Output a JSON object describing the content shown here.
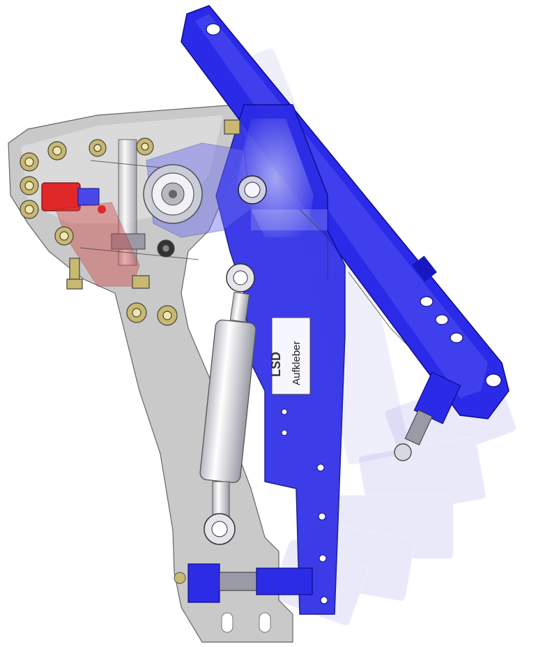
{
  "drawing": {
    "sticker_label": "Aufkleber",
    "logo_text": "LSD",
    "colors": {
      "background": "#ffffff",
      "plate_gray": "#bdbdbd",
      "plate_gray_light": "#d8d8d8",
      "arm_blue": "#2626e6",
      "arm_blue_dark": "#1414b0",
      "ghost_blue": "#9a9ae6",
      "cylinder_red": "#e02828",
      "steel": "#e8e8ee",
      "brass": "#c8b870"
    },
    "parts": [
      "base-plate",
      "pivot-arm",
      "blue-bracket",
      "gas-spring",
      "red-cylinder",
      "motion-ghosts",
      "rod-end",
      "bolts"
    ]
  }
}
